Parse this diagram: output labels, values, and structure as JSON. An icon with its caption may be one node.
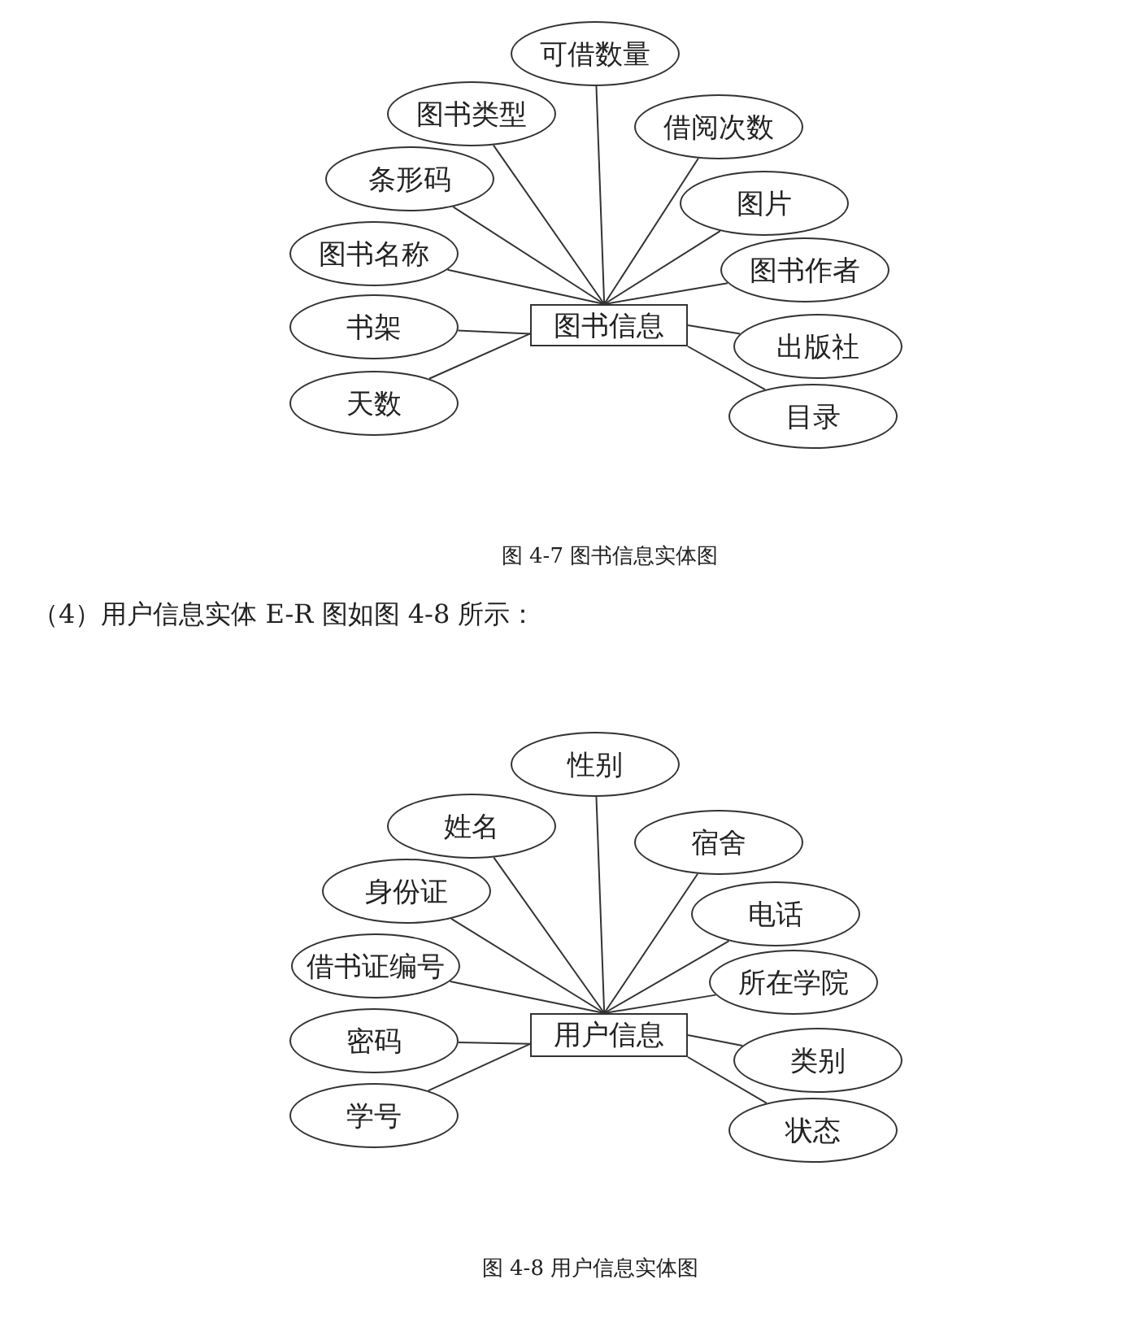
{
  "diagram": {
    "nodes": [
      {
        "text": [
          "图书信息"
        ]
      },
      {
        "text": [
          "可借数量"
        ]
      },
      {
        "text": [
          "图书类型"
        ]
      },
      {
        "text": [
          "借阅次数"
        ]
      },
      {
        "text": [
          "条形码"
        ]
      },
      {
        "text": [
          "图片"
        ]
      },
      {
        "text": [
          "图书名称"
        ]
      },
      {
        "text": [
          "图书作者"
        ]
      },
      {
        "text": [
          "书架"
        ]
      },
      {
        "text": [
          "出版社"
        ]
      },
      {
        "text": [
          "天数"
        ]
      },
      {
        "text": [
          "目录"
        ]
      },
      {
        "text": [
          "用户信息"
        ]
      },
      {
        "text": [
          "性别"
        ]
      },
      {
        "text": [
          "姓名"
        ]
      },
      {
        "text": [
          "宿舍"
        ]
      },
      {
        "text": [
          "身份证"
        ]
      },
      {
        "text": [
          "电话"
        ]
      },
      {
        "text": [
          "借书证编号"
        ]
      },
      {
        "text": [
          "所在学院"
        ]
      },
      {
        "text": [
          "密码"
        ]
      },
      {
        "text": [
          "类别"
        ]
      },
      {
        "text": [
          "学号"
        ]
      },
      {
        "text": [
          "状态"
        ]
      }
    ],
    "edges": [
      {
        "from": 0,
        "to": 1,
        "arrow": "none"
      },
      {
        "from": 0,
        "to": 2,
        "arrow": "none"
      },
      {
        "from": 0,
        "to": 3,
        "arrow": "none"
      },
      {
        "from": 0,
        "to": 4,
        "arrow": "none"
      },
      {
        "from": 0,
        "to": 5,
        "arrow": "none"
      },
      {
        "from": 0,
        "to": 6,
        "arrow": "none"
      },
      {
        "from": 0,
        "to": 7,
        "arrow": "none"
      },
      {
        "from": 0,
        "to": 8,
        "arrow": "none"
      },
      {
        "from": 0,
        "to": 9,
        "arrow": "none"
      },
      {
        "from": 0,
        "to": 10,
        "arrow": "none"
      },
      {
        "from": 0,
        "to": 11,
        "arrow": "none"
      },
      {
        "from": 12,
        "to": 13,
        "arrow": "none"
      },
      {
        "from": 12,
        "to": 14,
        "arrow": "none"
      },
      {
        "from": 12,
        "to": 15,
        "arrow": "none"
      },
      {
        "from": 12,
        "to": 16,
        "arrow": "none"
      },
      {
        "from": 12,
        "to": 17,
        "arrow": "none"
      },
      {
        "from": 12,
        "to": 18,
        "arrow": "none"
      },
      {
        "from": 12,
        "to": 19,
        "arrow": "none"
      },
      {
        "from": 12,
        "to": 20,
        "arrow": "none"
      },
      {
        "from": 12,
        "to": 21,
        "arrow": "none"
      },
      {
        "from": 12,
        "to": 22,
        "arrow": "none"
      },
      {
        "from": 12,
        "to": 23,
        "arrow": "none"
      }
    ],
    "labels": [
      "图 4-7 图书信息实体图",
      "（4）用户信息实体 E-R 图如图 4-8 所示：",
      "图 4-8 用户信息实体图"
    ]
  }
}
